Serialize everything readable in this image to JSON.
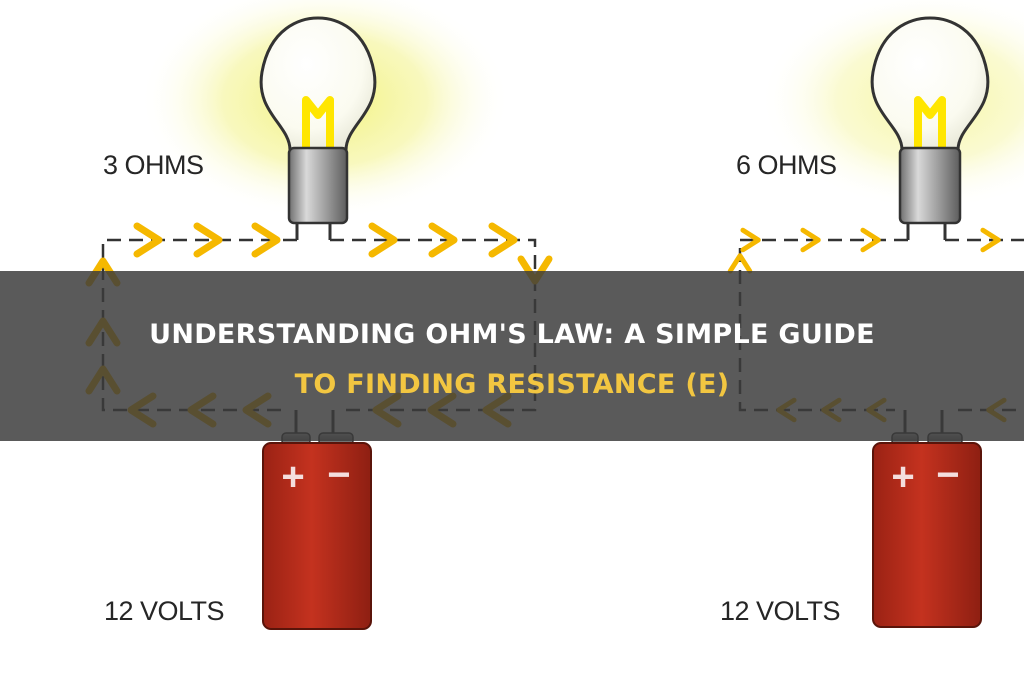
{
  "circuits": [
    {
      "resistance_label": "3 OHMS",
      "voltage_label": "12 VOLTS",
      "positive_symbol": "+",
      "negative_symbol": "−"
    },
    {
      "resistance_label": "6 OHMS",
      "voltage_label": "12 VOLTS",
      "positive_symbol": "+",
      "negative_symbol": "−"
    }
  ],
  "banner": {
    "title_line1": "UNDERSTANDING OHM'S LAW: A SIMPLE GUIDE",
    "title_line2": "TO FINDING RESISTANCE (E)"
  },
  "colors": {
    "banner_title": "#ffffff",
    "banner_highlight": "#f2c641",
    "current_arrow": "#f5b800",
    "battery": "#b52a1c",
    "filament": "#ffe600",
    "glow": "#f2f27a",
    "wire": "#333333"
  },
  "icons": [
    "light-bulb-icon",
    "battery-icon",
    "current-arrow-icon"
  ]
}
